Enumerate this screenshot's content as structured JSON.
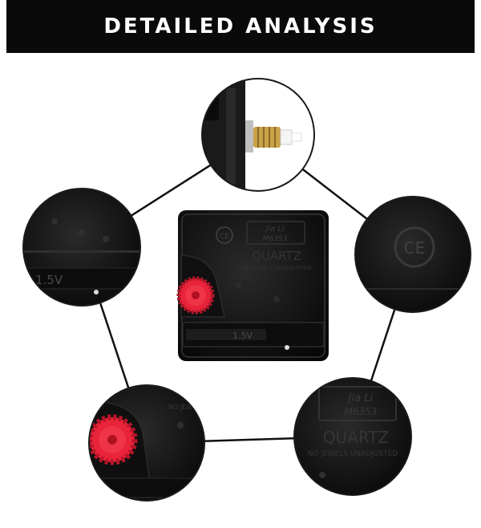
{
  "header": {
    "title": "DETAILED ANALYSIS"
  },
  "movement": {
    "brand": "Jia Li",
    "model": "M6353",
    "quartz_text": "QUARTZ",
    "origin_text": "NO JEWELS UNADJUSTED",
    "battery_text": "1.5V",
    "ce_mark": "CE"
  },
  "views": [
    {
      "name": "hanging-shaft-detail"
    },
    {
      "name": "battery-voltage-detail"
    },
    {
      "name": "ce-mark-detail"
    },
    {
      "name": "gear-detail"
    },
    {
      "name": "quartz-label-detail"
    }
  ],
  "colors": {
    "banner": "#0a0a0a",
    "plastic": "#161616",
    "gear": "#e8233a",
    "brass": "#c9a24a"
  }
}
